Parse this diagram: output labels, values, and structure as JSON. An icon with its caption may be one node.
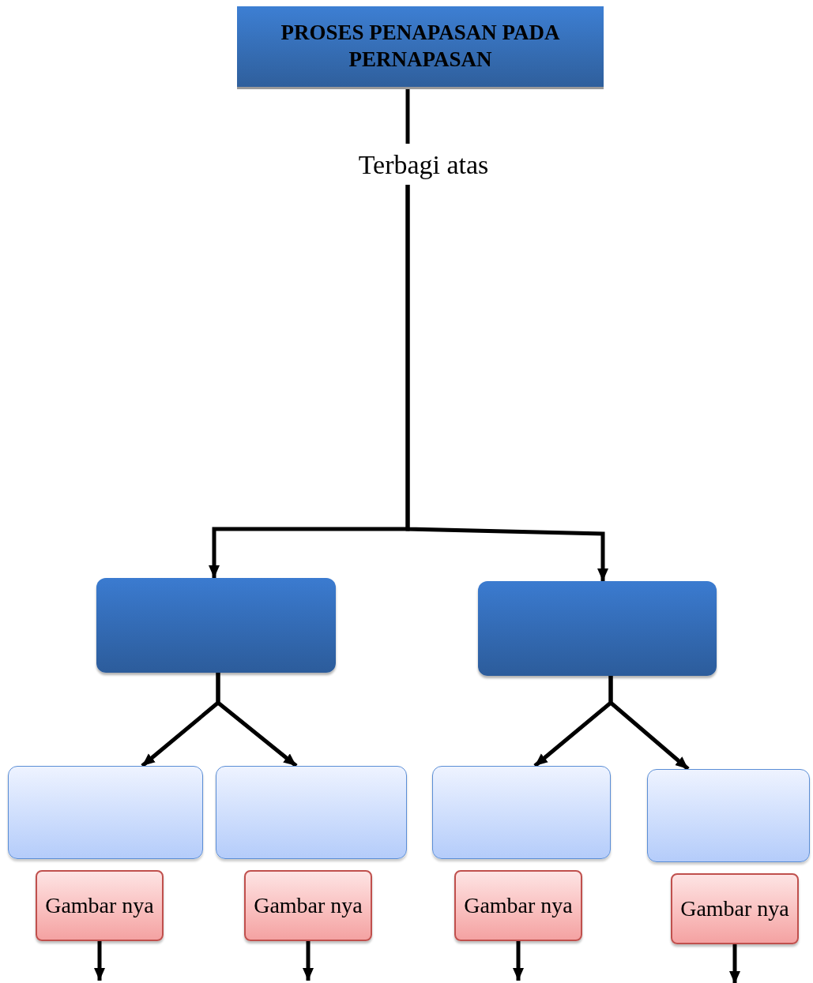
{
  "diagram": {
    "nodes": [
      {
        "text": [
          "PROSES PENAPASAN PADA PERNAPASAN"
        ]
      },
      {
        "text": [
          "Terbagi atas"
        ]
      },
      {
        "text": [],
        "shape": "box"
      },
      {
        "text": [],
        "shape": "box"
      },
      {
        "text": [],
        "shape": "box"
      },
      {
        "text": [],
        "shape": "box"
      },
      {
        "text": [],
        "shape": "box"
      },
      {
        "text": [],
        "shape": "box"
      },
      {
        "text": [
          "Gambar nya"
        ]
      },
      {
        "text": [
          "Gambar nya"
        ]
      },
      {
        "text": [
          "Gambar nya"
        ]
      },
      {
        "text": [
          "Gambar nya"
        ]
      }
    ],
    "edges": [
      {
        "from": 0,
        "to": 1,
        "arrow": "none"
      },
      {
        "from": 1,
        "to": 2,
        "arrow": "to"
      },
      {
        "from": 1,
        "to": 3,
        "arrow": "to"
      },
      {
        "from": 2,
        "to": 4,
        "arrow": "to"
      },
      {
        "from": 2,
        "to": 5,
        "arrow": "to"
      },
      {
        "from": 3,
        "to": 6,
        "arrow": "to"
      },
      {
        "from": 3,
        "to": 7,
        "arrow": "to"
      },
      {
        "from": 8,
        "to": null,
        "arrow": "to"
      },
      {
        "from": 9,
        "to": null,
        "arrow": "to"
      },
      {
        "from": 10,
        "to": null,
        "arrow": "to"
      },
      {
        "from": 11,
        "to": null,
        "arrow": "to"
      }
    ]
  }
}
